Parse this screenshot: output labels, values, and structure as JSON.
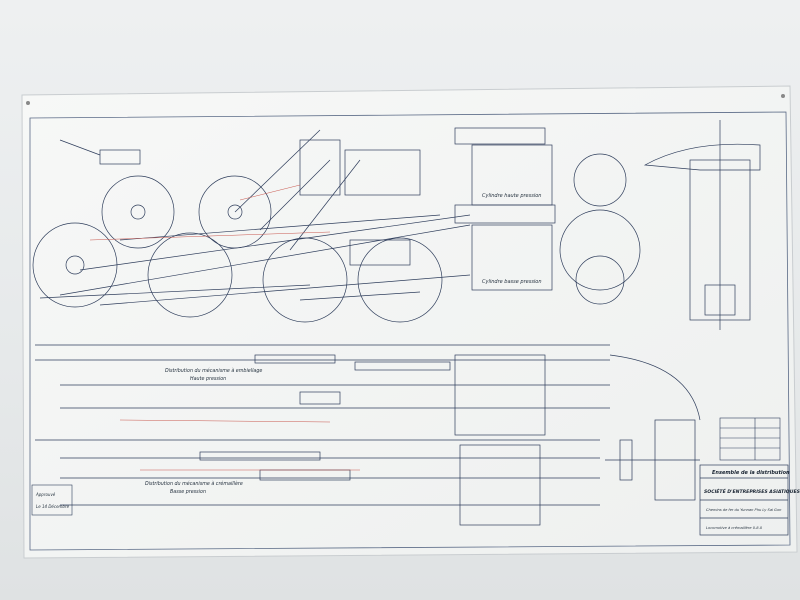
{
  "drawing": {
    "labels": {
      "upper_cylinder": "Cylindre haute pression",
      "lower_cylinder": "Cylindre basse pression",
      "dist_high_1": "Distribution du mécanisme à embiellage",
      "dist_high_2": "Haute pression",
      "dist_low_1": "Distribution du mécanisme à crémaillère",
      "dist_low_2": "Basse pression"
    },
    "title_block": {
      "heading": "Ensemble de la distribution",
      "company": "SOCIÉTÉ D'ENTREPRISES ASIATIQUES",
      "line_2": "Chemins de fer du Yunnan Phu Ly Sai Gon",
      "line_3": "Locomotive à crémaillère 0-8-0"
    },
    "left_stamp": {
      "line_1": "Approuvé",
      "line_2": "Le 14 Décembre"
    },
    "colors": {
      "paper": "#f5f6f4",
      "ink": "#2b3a55",
      "red_ink": "#c8574e",
      "wall": "#e6e9ea"
    }
  }
}
